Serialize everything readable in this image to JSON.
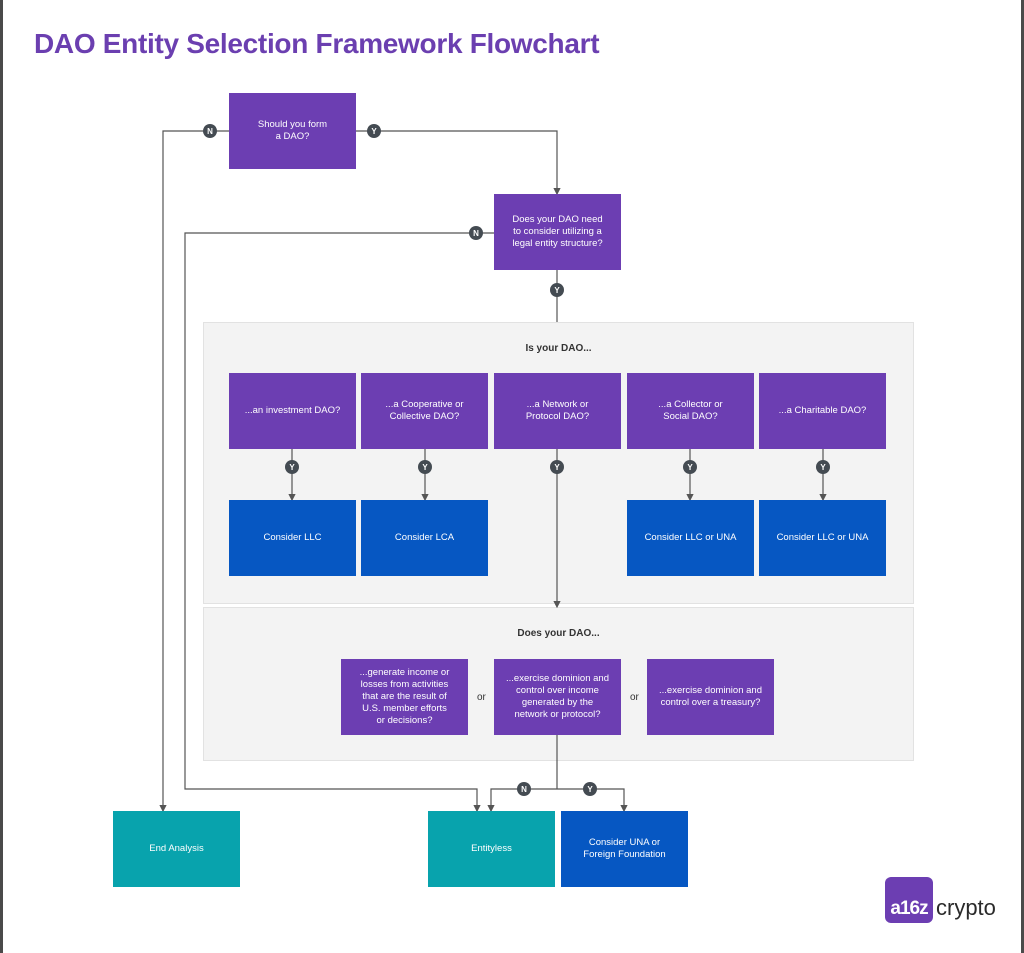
{
  "title": "DAO Entity Selection Framework Flowchart",
  "colors": {
    "decision": "#6c3eb2",
    "recommendation": "#0657c2",
    "outcome": "#08a3ad",
    "connector": "#555555",
    "badge": "#444b52"
  },
  "q1": "Should you form\na DAO?",
  "q2": "Does your DAO need\nto consider utilizing a\nlegal entity structure?",
  "panel1": {
    "label": "Is your DAO...",
    "types": [
      "...an investment DAO?",
      "...a Cooperative or\nCollective DAO?",
      "...a Network or\nProtocol DAO?",
      "...a Collector or\nSocial DAO?",
      "...a Charitable DAO?"
    ],
    "recommendations": [
      "Consider LLC",
      "Consider LCA",
      "Consider LLC or UNA",
      "Consider LLC or UNA"
    ]
  },
  "panel2": {
    "label": "Does your DAO...",
    "conditions": [
      "...generate income or\nlosses from activities\nthat are the result of\nU.S. member efforts\nor decisions?",
      "...exercise dominion and\ncontrol over income\ngenerated by the\nnetwork or protocol?",
      "...exercise dominion and\ncontrol over a treasury?"
    ],
    "or_label": "or"
  },
  "outcomes": {
    "end": "End Analysis",
    "entityless": "Entityless",
    "una": "Consider UNA or\nForeign Foundation"
  },
  "badges": {
    "yes": "Y",
    "no": "N"
  },
  "logo": {
    "mark": "a16z",
    "text": "crypto"
  }
}
